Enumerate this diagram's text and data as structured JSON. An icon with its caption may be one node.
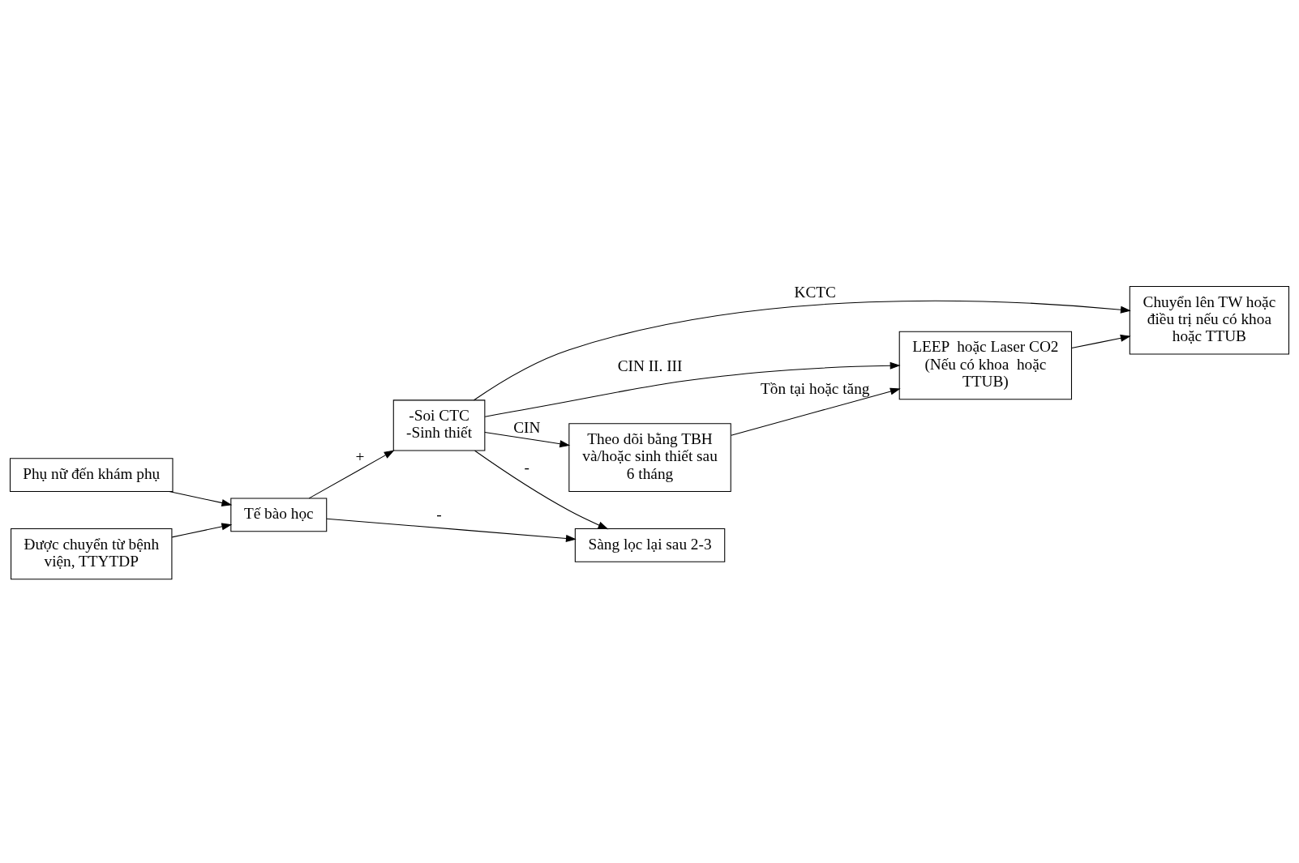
{
  "diagram": {
    "nodes": [
      {
        "text": [
          "Phụ nữ đến khám phụ"
        ]
      },
      {
        "text": [
          "Được chuyển từ bệnh viện, TTYTDP"
        ]
      },
      {
        "text": [
          "Tế bào học"
        ]
      },
      {
        "text": [
          "-Soi CTC",
          "-Sinh thiết"
        ]
      },
      {
        "text": [
          "Chuyển lên TW hoặc điều trị nếu có khoa hoặc TTUB"
        ]
      },
      {
        "text": [
          "LEEP  hoặc Laser CO2 (Nếu có khoa  hoặc TTUB)"
        ]
      },
      {
        "text": [
          "Theo dõi bằng TBH và/hoặc sinh thiết sau 6 tháng"
        ]
      },
      {
        "text": [
          "Sàng lọc lại sau 2-3"
        ]
      }
    ],
    "edges": [
      {
        "from": 0,
        "to": 2,
        "arrow": "to"
      },
      {
        "from": 1,
        "to": 2,
        "arrow": "to"
      },
      {
        "from": 2,
        "to": 3,
        "arrow": "to",
        "label": "+"
      },
      {
        "from": 2,
        "to": 7,
        "arrow": "to",
        "label": "-"
      },
      {
        "from": 3,
        "to": 4,
        "arrow": "to",
        "label": "KCTC"
      },
      {
        "from": 3,
        "to": 5,
        "arrow": "to",
        "label": "CIN II. III"
      },
      {
        "from": 3,
        "to": 6,
        "arrow": "to",
        "label": "CIN"
      },
      {
        "from": 3,
        "to": 7,
        "arrow": "to",
        "label": "-"
      },
      {
        "from": 6,
        "to": 5,
        "arrow": "to",
        "label": "Tồn tại hoặc tăng"
      },
      {
        "from": 5,
        "to": 4,
        "arrow": "to"
      }
    ]
  }
}
